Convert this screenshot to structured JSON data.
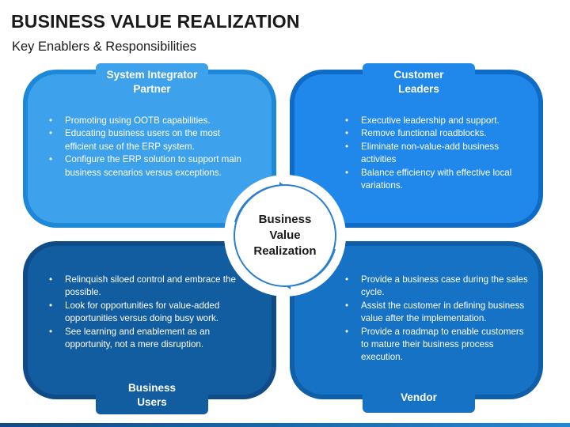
{
  "header": {
    "title": "BUSINESS VALUE REALIZATION",
    "subtitle": "Key Enablers & Responsibilities"
  },
  "center": {
    "label": "Business\nValue\nRealization"
  },
  "quadrants": {
    "top_left": {
      "title": "System Integrator\nPartner",
      "bullets": [
        "Promoting using OOTB capabilities.",
        "Educating business users on the most efficient use of the ERP system.",
        "Configure the ERP solution to support main business scenarios versus exceptions."
      ]
    },
    "top_right": {
      "title": "Customer\nLeaders",
      "bullets": [
        "Executive leadership and support.",
        "Remove functional roadblocks.",
        "Eliminate non-value-add business activities",
        "Balance efficiency with effective local variations."
      ]
    },
    "bottom_left": {
      "title": "Business\nUsers",
      "bullets": [
        "Relinquish siloed control and embrace the possible.",
        "Look for opportunities for value-added opportunities versus doing busy work.",
        "See learning and enablement as an opportunity, not a mere disruption."
      ]
    },
    "bottom_right": {
      "title": "Vendor",
      "bullets": [
        "Provide a business case during the sales cycle.",
        "Assist the customer in defining business value after the implementation.",
        "Provide a roadmap to enable customers to mature their business process execution."
      ]
    }
  },
  "colors": {
    "top_left": "#3ea1ec",
    "top_right": "#2088ea",
    "bottom_left": "#125ca0",
    "bottom_right": "#1672c4",
    "ring": "#2a7fd0"
  },
  "icons": {
    "ring_arrows": "circular-arrow-icon"
  }
}
